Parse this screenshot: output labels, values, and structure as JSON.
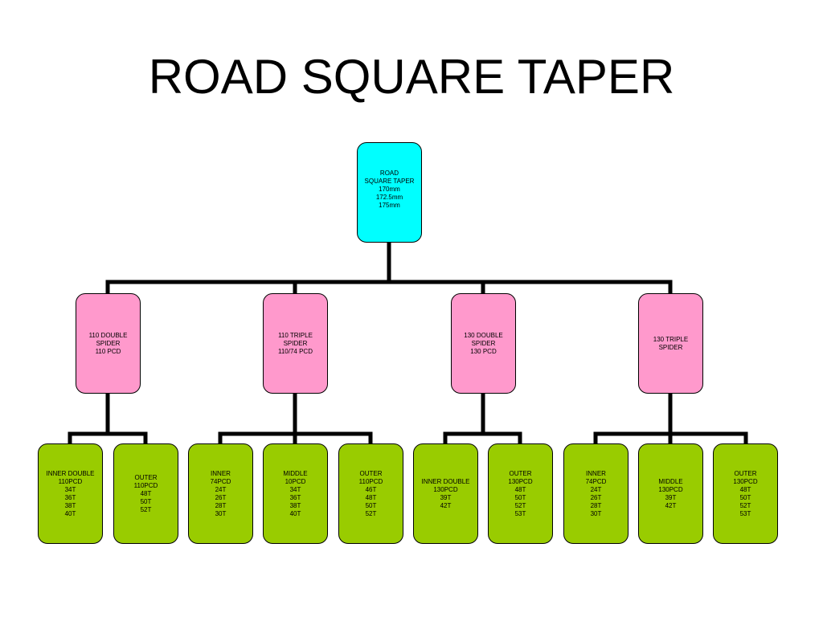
{
  "title": "ROAD SQUARE TAPER",
  "root": {
    "label": "ROAD\nSQUARE TAPER\n170mm\n172.5mm\n175mm",
    "color": "#00ffff"
  },
  "spiders": [
    {
      "label": "110 DOUBLE\nSPIDER\n110 PCD",
      "color": "#ff99cc",
      "rings": [
        {
          "label": "INNER DOUBLE\n110PCD\n34T\n36T\n38T\n40T"
        },
        {
          "label": "OUTER\n110PCD\n48T\n50T\n52T"
        }
      ]
    },
    {
      "label": "110 TRIPLE\nSPIDER\n110/74 PCD",
      "color": "#ff99cc",
      "rings": [
        {
          "label": "INNER\n74PCD\n24T\n26T\n28T\n30T"
        },
        {
          "label": "MIDDLE\n10PCD\n34T\n36T\n38T\n40T"
        },
        {
          "label": "OUTER\n110PCD\n46T\n48T\n50T\n52T"
        }
      ]
    },
    {
      "label": "130 DOUBLE\nSPIDER\n130 PCD",
      "color": "#ff99cc",
      "rings": [
        {
          "label": "INNER DOUBLE\n130PCD\n39T\n42T"
        },
        {
          "label": "OUTER\n130PCD\n48T\n50T\n52T\n53T"
        }
      ]
    },
    {
      "label": "130 TRIPLE\nSPIDER",
      "color": "#ff99cc",
      "rings": [
        {
          "label": "INNER\n74PCD\n24T\n26T\n28T\n30T"
        },
        {
          "label": "MIDDLE\n130PCD\n39T\n42T"
        },
        {
          "label": "OUTER\n130PCD\n48T\n50T\n52T\n53T"
        }
      ]
    }
  ],
  "ring_color": "#99cc00"
}
